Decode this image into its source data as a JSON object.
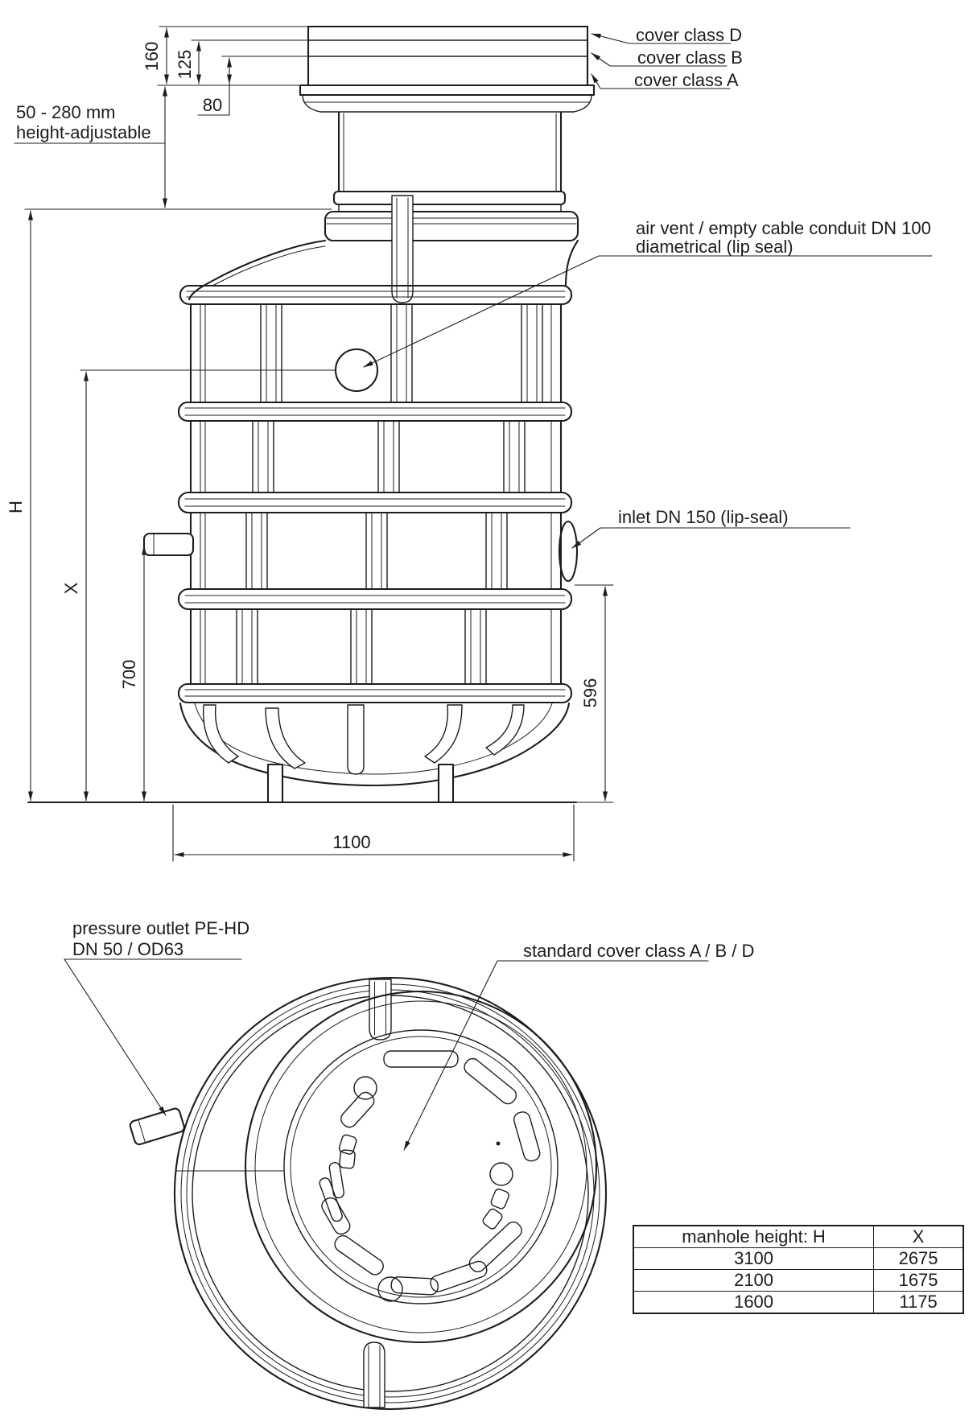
{
  "side_view": {
    "labels": {
      "cover_class_d": "cover class D",
      "cover_class_b": "cover class B",
      "cover_class_a": "cover class A",
      "height_adjustable": [
        "50 - 280 mm",
        "height-adjustable"
      ],
      "air_vent": [
        "air vent / empty cable conduit DN 100",
        "diametrical (lip seal)"
      ],
      "inlet": "inlet DN 150 (lip-seal)"
    },
    "dimensions": {
      "d160": "160",
      "d125": "125",
      "d80": "80",
      "H": "H",
      "X": "X",
      "d700": "700",
      "d596": "596",
      "d1100": "1100"
    }
  },
  "top_view": {
    "labels": {
      "pressure_outlet": [
        "pressure outlet PE-HD",
        "DN 50 / OD63"
      ],
      "standard_cover": "standard cover class A / B / D"
    }
  },
  "table": {
    "headers": [
      "manhole height: H",
      "X"
    ],
    "rows": [
      [
        "3100",
        "2675"
      ],
      [
        "2100",
        "1675"
      ],
      [
        "1600",
        "1175"
      ]
    ]
  },
  "colors": {
    "line": "#1d1d1b",
    "background": "#ffffff"
  }
}
